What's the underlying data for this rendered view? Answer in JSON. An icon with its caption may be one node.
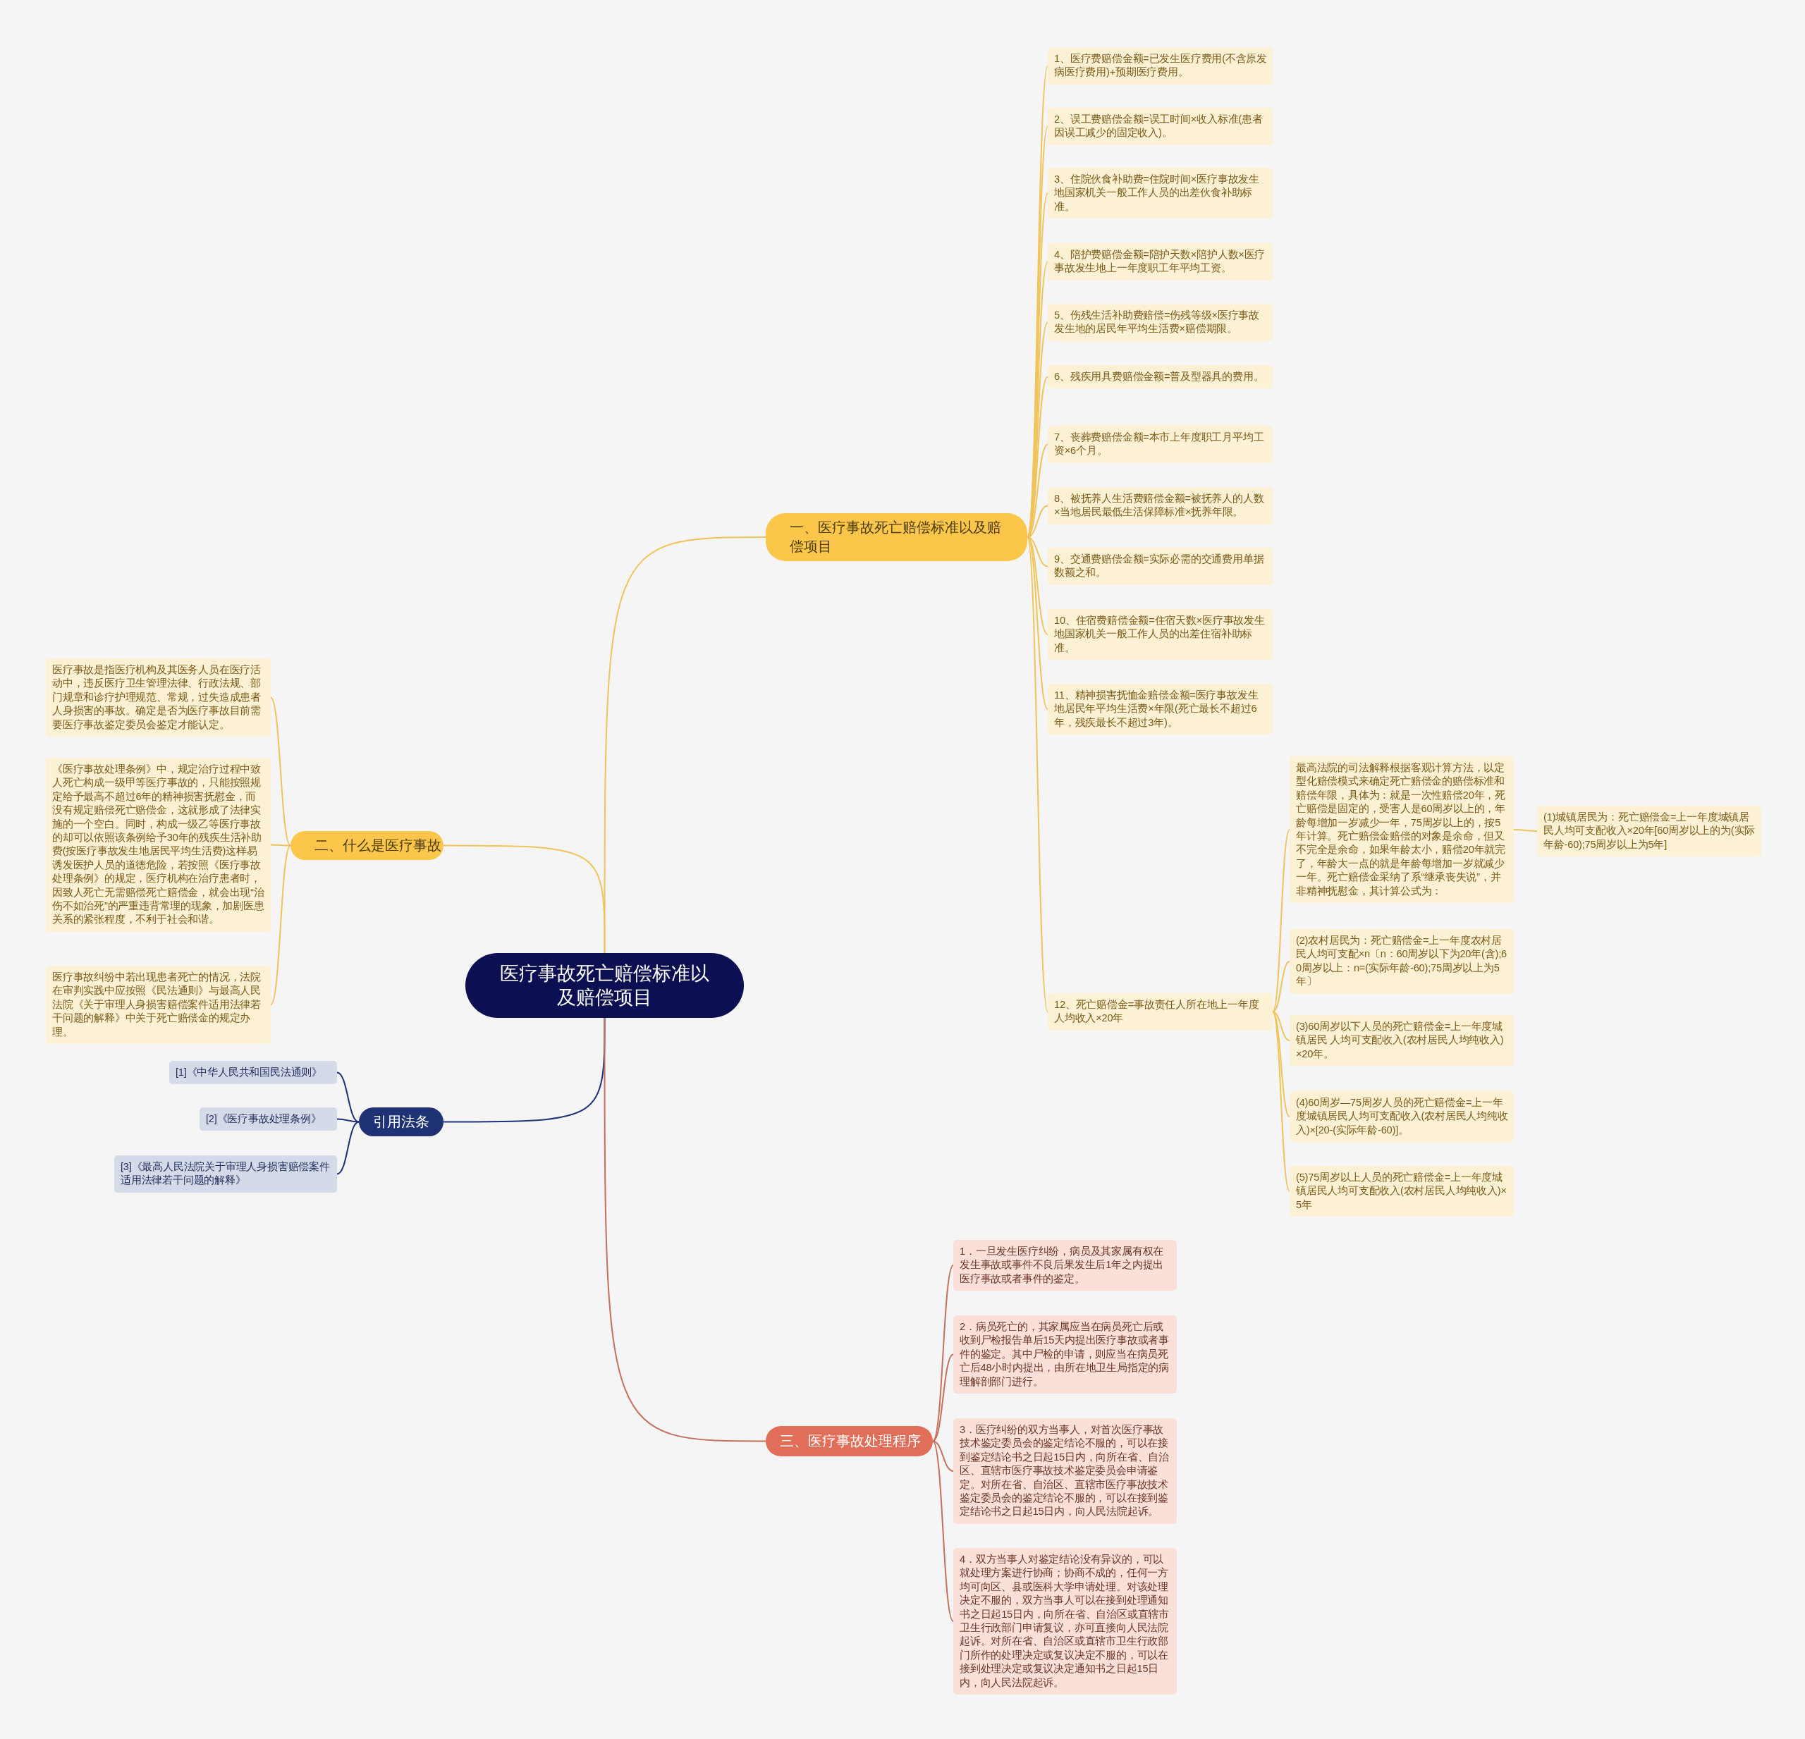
{
  "diagram": {
    "nodes": [
      {
        "text": [
          "医疗事故死亡赔偿标准以及赔偿项目"
        ]
      },
      {
        "text": [
          "一、医疗事故死亡赔偿标准以及赔偿项目"
        ]
      },
      {
        "text": [
          "1、医疗费赔偿金额=已发生医疗费用(不含原发病医疗费用)+预期医疗费用。"
        ]
      },
      {
        "text": [
          "2、误工费赔偿金额=误工时间×收入标准(患者因误工减少的固定收入)。"
        ]
      },
      {
        "text": [
          "3、住院伙食补助费=住院时间×医疗事故发生地国家机关一般工作人员的出差伙食补助标准。"
        ]
      },
      {
        "text": [
          "4、陪护费赔偿金额=陪护天数×陪护人数×医疗事故发生地上一年度职工年平均工资。"
        ]
      },
      {
        "text": [
          "5、伤残生活补助费赔偿=伤残等级×医疗事故发生地的居民年平均生活费×赔偿期限。"
        ]
      },
      {
        "text": [
          "6、残疾用具费赔偿金额=普及型器具的费用。"
        ]
      },
      {
        "text": [
          "7、丧葬费赔偿金额=本市上年度职工月平均工资×6个月。"
        ]
      },
      {
        "text": [
          "8、被抚养人生活费赔偿金额=被抚养人的人数×当地居民最低生活保障标准×抚养年限。"
        ]
      },
      {
        "text": [
          "9、交通费赔偿金额=实际必需的交通费用单据数额之和。"
        ]
      },
      {
        "text": [
          "10、住宿费赔偿金额=住宿天数×医疗事故发生地国家机关一般工作人员的出差住宿补助标准。"
        ]
      },
      {
        "text": [
          "11、精神损害抚恤金赔偿金额=医疗事故发生地居民年平均生活费×年限(死亡最长不超过6年，残疾最长不超过3年)。"
        ]
      },
      {
        "text": [
          "12、死亡赔偿金=事故责任人所在地上一年度人均收入×20年"
        ]
      },
      {
        "text": [
          "最高法院的司法解释根据客观计算方法，以定型化赔偿模式来确定死亡赔偿金的赔偿标准和赔偿年限，具体为：就是一次性赔偿20年，死亡赔偿是固定的，受害人是60周岁以上的，年龄每增加一岁减少一年，75周岁以上的，按5年计算。死亡赔偿金赔偿的对象是余命，但又不完全是余命，如果年龄太小，赔偿20年就完了，年龄大一点的就是年龄每增加一岁就减少一年。死亡赔偿金采纳了系“继承丧失说”，并非精神抚慰金，其计算公式为："
        ]
      },
      {
        "text": [
          "(1)城镇居民为：死亡赔偿金=上一年度城镇居民人均可支配收入×20年[60周岁以上的为(实际年龄-60);75周岁以上为5年]"
        ]
      },
      {
        "text": [
          "(2)农村居民为：死亡赔偿金=上一年度农村居民人均可支配×n〔n：60周岁以下为20年(含);60周岁以上：n=(实际年龄-60);75周岁以上为5年〕"
        ]
      },
      {
        "text": [
          "(3)60周岁以下人员的死亡赔偿金=上一年度城镇居民 人均可支配收入(农村居民人均纯收入)×20年。"
        ]
      },
      {
        "text": [
          "(4)60周岁—75周岁人员的死亡赔偿金=上一年度城镇居民人均可支配收入(农村居民人均纯收入)×[20-(实际年龄-60)]。"
        ]
      },
      {
        "text": [
          "(5)75周岁以上人员的死亡赔偿金=上一年度城镇居民人均可支配收入(农村居民人均纯收入)×5年"
        ]
      },
      {
        "text": [
          "二、什么是医疗事故"
        ]
      },
      {
        "text": [
          "医疗事故是指医疗机构及其医务人员在医疗活动中，违反医疗卫生管理法律、行政法规、部门规章和诊疗护理规范、常规，过失造成患者人身损害的事故。确定是否为医疗事故目前需要医疗事故鉴定委员会鉴定才能认定。"
        ]
      },
      {
        "text": [
          "《医疗事故处理条例》中，规定治疗过程中致人死亡构成一级甲等医疗事故的，只能按照规定给予最高不超过6年的精神损害抚慰金，而没有规定赔偿死亡赔偿金，这就形成了法律实施的一个空白。同时，构成一级乙等医疗事故的却可以依照该条例给予30年的残疾生活补助费(按医疗事故发生地居民平均生活费)这样易诱发医护人员的道德危险，若按照《医疗事故处理条例》的规定，医疗机构在治疗患者时，因致人死亡无需赔偿死亡赔偿金，就会出现“治伤不如治死”的严重违背常理的现象，加剧医患关系的紧张程度，不利于社会和谐。"
        ]
      },
      {
        "text": [
          "医疗事故纠纷中若出现患者死亡的情况，法院在审判实践中应按照《民法通则》与最高人民法院《关于审理人身损害赔偿案件适用法律若干问题的解释》中关于死亡赔偿金的规定办理。"
        ]
      },
      {
        "text": [
          "引用法条"
        ]
      },
      {
        "text": [
          "[1]《中华人民共和国民法通则》"
        ]
      },
      {
        "text": [
          "[2]《医疗事故处理条例》"
        ]
      },
      {
        "text": [
          "[3]《最高人民法院关于审理人身损害赔偿案件适用法律若干问题的解释》"
        ]
      },
      {
        "text": [
          "三、医疗事故处理程序"
        ]
      },
      {
        "text": [
          "1．一旦发生医疗纠纷，病员及其家属有权在发生事故或事件不良后果发生后1年之内提出医疗事故或者事件的鉴定。"
        ]
      },
      {
        "text": [
          "2．病员死亡的，其家属应当在病员死亡后或收到尸检报告单后15天内提出医疗事故或者事件的鉴定。其中尸检的申请，则应当在病员死亡后48小时内提出，由所在地卫生局指定的病理解剖部门进行。"
        ]
      },
      {
        "text": [
          "3．医疗纠纷的双方当事人，对首次医疗事故技术鉴定委员会的鉴定结论不服的，可以在接到鉴定结论书之日起15日内，向所在省、自治区、直辖市医疗事故技术鉴定委员会申请鉴定。对所在省、自治区、直辖市医疗事故技术鉴定委员会的鉴定结论不服的，可以在接到鉴定结论书之日起15日内，向人民法院起诉。"
        ]
      },
      {
        "text": [
          "4．双方当事人对鉴定结论没有异议的，可以就处理方案进行协商；协商不成的，任何一方均可向区、县或医科大学申请处理。对该处理决定不服的，双方当事人可以在接到处理通知书之日起15日内，向所在省、自治区或直辖市卫生行政部门申请复议，亦可直接向人民法院起诉。对所在省、自治区或直辖市卫生行政部门所作的处理决定或复议决定不服的，可以在接到处理决定或复议决定通知书之日起15日内，向人民法院起诉。"
        ]
      }
    ],
    "edges": [
      {
        "from": 0,
        "to": 1,
        "arrow": "none"
      },
      {
        "from": 1,
        "to": 2,
        "arrow": "none"
      },
      {
        "from": 1,
        "to": 3,
        "arrow": "none"
      },
      {
        "from": 1,
        "to": 4,
        "arrow": "none"
      },
      {
        "from": 1,
        "to": 5,
        "arrow": "none"
      },
      {
        "from": 1,
        "to": 6,
        "arrow": "none"
      },
      {
        "from": 1,
        "to": 7,
        "arrow": "none"
      },
      {
        "from": 1,
        "to": 8,
        "arrow": "none"
      },
      {
        "from": 1,
        "to": 9,
        "arrow": "none"
      },
      {
        "from": 1,
        "to": 10,
        "arrow": "none"
      },
      {
        "from": 1,
        "to": 11,
        "arrow": "none"
      },
      {
        "from": 1,
        "to": 12,
        "arrow": "none"
      },
      {
        "from": 1,
        "to": 13,
        "arrow": "none"
      },
      {
        "from": 13,
        "to": 14,
        "arrow": "none"
      },
      {
        "from": 14,
        "to": 15,
        "arrow": "none"
      },
      {
        "from": 13,
        "to": 16,
        "arrow": "none"
      },
      {
        "from": 13,
        "to": 17,
        "arrow": "none"
      },
      {
        "from": 13,
        "to": 18,
        "arrow": "none"
      },
      {
        "from": 13,
        "to": 19,
        "arrow": "none"
      },
      {
        "from": 0,
        "to": 20,
        "arrow": "none"
      },
      {
        "from": 20,
        "to": 21,
        "arrow": "none"
      },
      {
        "from": 20,
        "to": 22,
        "arrow": "none"
      },
      {
        "from": 20,
        "to": 23,
        "arrow": "none"
      },
      {
        "from": 0,
        "to": 24,
        "arrow": "none",
        "color": "#1f3275"
      },
      {
        "from": 24,
        "to": 25,
        "arrow": "none",
        "color": "#1f3275"
      },
      {
        "from": 24,
        "to": 26,
        "arrow": "none",
        "color": "#1f3275"
      },
      {
        "from": 24,
        "to": 27,
        "arrow": "none",
        "color": "#1f3275"
      },
      {
        "from": 0,
        "to": 28,
        "arrow": "none",
        "color": "#c4705c"
      },
      {
        "from": 28,
        "to": 29,
        "arrow": "none",
        "color": "#c4705c"
      },
      {
        "from": 28,
        "to": 30,
        "arrow": "none",
        "color": "#c4705c"
      },
      {
        "from": 28,
        "to": 31,
        "arrow": "none",
        "color": "#c4705c"
      },
      {
        "from": 28,
        "to": 32,
        "arrow": "none",
        "color": "#c4705c"
      }
    ]
  }
}
